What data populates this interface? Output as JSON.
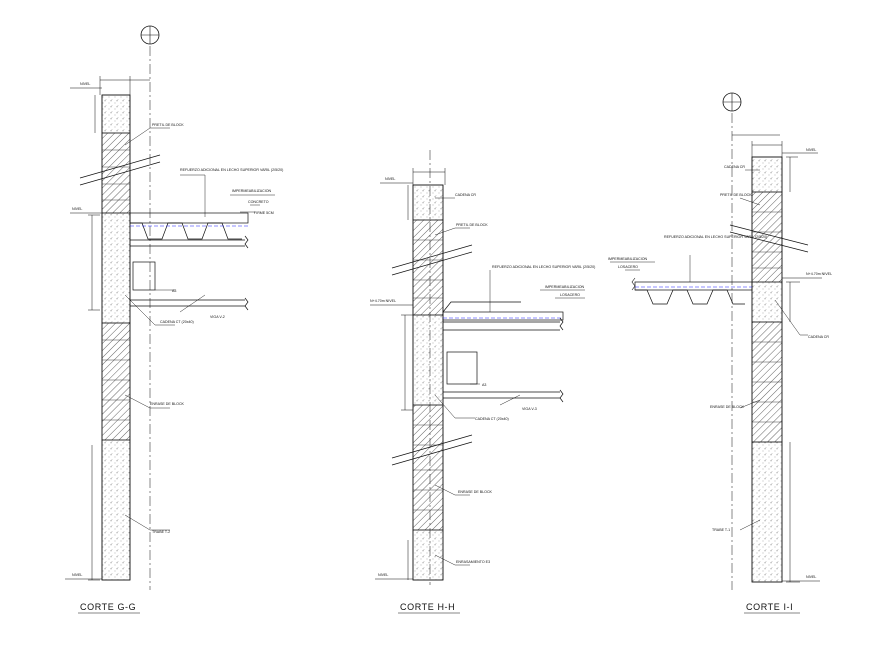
{
  "sections": [
    {
      "title": "CORTE G-G",
      "labels": {
        "pretil": "PRETIL DE BLOCK",
        "refuerzo": "REFUERZO ADICIONAL EN LECHO SUPERIOR VARIL (2/5/20)",
        "impermeabilizacion": "IMPERMEABILIZACION",
        "concreto": "CONCRETO",
        "firme": "FIRME 5CM",
        "cadena": "CADENA CT (20x40)",
        "viga": "VIGA V-2",
        "a3": "A3",
        "enrase": "ENRASE DE BLOCK",
        "trabe": "TRABE T-2",
        "nivel_top": "NIVEL",
        "nivel_mid": "NIVEL",
        "nivel_bottom": "NIVEL"
      }
    },
    {
      "title": "CORTE H-H",
      "labels": {
        "cadena_top": "CADENA CR",
        "pretil": "PRETIL DE BLOCK",
        "refuerzo": "REFUERZO ADICIONAL EN LECHO SUPERIOR VARIL (2/5/20)",
        "impermeabilizacion": "IMPERMEABILIZACION",
        "losacero": "LOSACERO",
        "cadena_mid": "CADENA CT (20x40)",
        "viga": "VIGA V-3",
        "a3": "A3",
        "enrase": "ENRASE DE BLOCK",
        "enrasamiento": "ENRASAMIENTO E3",
        "nivel_top": "NIVEL",
        "nivel_mid": "N+4.70m NIVEL",
        "nivel_bottom": "NIVEL"
      }
    },
    {
      "title": "CORTE I-I",
      "labels": {
        "cadena_top": "CADENA CR",
        "pretil": "PRETIL DE BLOCK",
        "refuerzo": "REFUERZO ADICIONAL EN LECHO SUPERIOR VARIL (2/5/20)",
        "impermeabilizacion": "IMPERMEABILIZACION",
        "losacero": "LOSACERO",
        "cadena_mid": "CADENA CR",
        "enrase": "ENRASE DE BLOCK",
        "trabe": "TRABE T-1",
        "nivel_top": "NIVEL",
        "nivel_mid": "N+4.70m NIVEL",
        "nivel_bottom": "NIVEL"
      }
    }
  ],
  "axis_markers": [
    "axis-marker-g",
    "axis-marker-i"
  ],
  "colors": {
    "line": "#111111",
    "dim": "#1a1aff",
    "hatch": "#222222"
  }
}
